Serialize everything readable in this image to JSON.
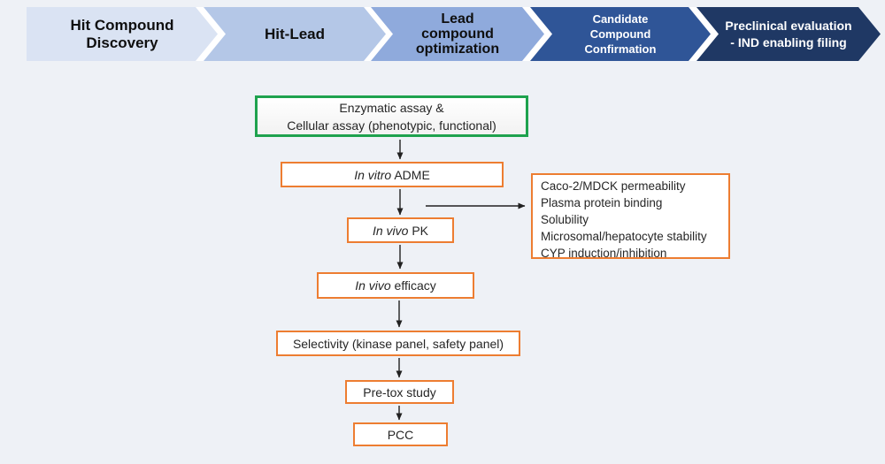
{
  "page": {
    "background": "#eef1f6"
  },
  "pipeline": {
    "separator_color": "#ffffff",
    "stages": [
      {
        "label": "Hit Compound Discovery",
        "lines": [
          "Hit Compound",
          "Discovery"
        ],
        "color": "#dae3f3",
        "text_color": "#0f0f0f"
      },
      {
        "label": "Hit-Lead",
        "lines": [
          "Hit-Lead"
        ],
        "color": "#b4c7e7",
        "text_color": "#0f0f0f"
      },
      {
        "label": "Lead compound optimization",
        "lines": [
          "Lead",
          "compound",
          "optimization"
        ],
        "color": "#8faadc",
        "text_color": "#0f0f0f"
      },
      {
        "label": "Candidate Compound Confirmation",
        "lines": [
          "Candidate",
          "Compound",
          "Confirmation"
        ],
        "color": "#2f5597",
        "text_color": "#ffffff"
      },
      {
        "label": "Preclinical evaluation - IND enabling filing",
        "lines": [
          "Preclinical evaluation",
          "- IND enabling filing"
        ],
        "color": "#1f3864",
        "text_color": "#ffffff"
      }
    ]
  },
  "flowchart": {
    "colors": {
      "assay_border": "#1ea24e",
      "step_border": "#ed7d31",
      "arrow": "#212121",
      "text": "#262626"
    },
    "nodes": [
      {
        "id": "assay",
        "lines": [
          "Enzymatic assay &",
          "Cellular assay (phenotypic, functional)"
        ]
      },
      {
        "id": "in-vitro-adme",
        "italic": "In vitro",
        "rest": " ADME"
      },
      {
        "id": "in-vivo-pk",
        "italic": "In vivo",
        "rest": " PK"
      },
      {
        "id": "in-vivo-efficacy",
        "italic": "In vivo",
        "rest": " efficacy"
      },
      {
        "id": "selectivity",
        "text": "Selectivity (kinase panel, safety panel)"
      },
      {
        "id": "pre-tox",
        "text": "Pre-tox study"
      },
      {
        "id": "pcc",
        "text": "PCC"
      }
    ],
    "side_panel": {
      "items": [
        "Caco-2/MDCK permeability",
        "Plasma protein binding",
        "Solubility",
        "Microsomal/hepatocyte stability",
        "CYP induction/inhibition"
      ]
    }
  }
}
